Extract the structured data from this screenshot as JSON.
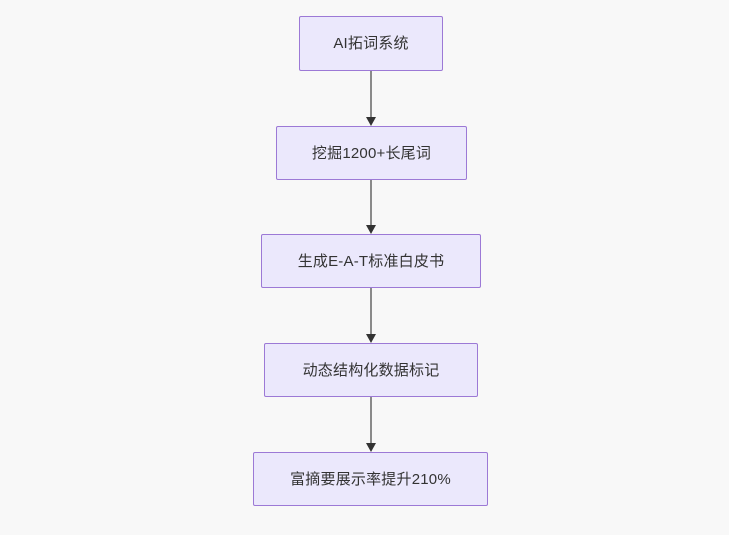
{
  "diagram": {
    "type": "flowchart",
    "direction": "top-to-bottom",
    "background_color": "#f8f8f8",
    "node_fill_color": "#ebe8fc",
    "node_border_color": "#9c79d6",
    "node_text_color": "#333333",
    "connector_line_color": "#8a8a8a",
    "connector_arrow_color": "#333333",
    "nodes": [
      {
        "id": "node-0",
        "label": "AI拓词系统"
      },
      {
        "id": "node-1",
        "label": "挖掘1200+长尾词"
      },
      {
        "id": "node-2",
        "label": "生成E-A-T标准白皮书"
      },
      {
        "id": "node-3",
        "label": "动态结构化数据标记"
      },
      {
        "id": "node-4",
        "label": "富摘要展示率提升210%"
      }
    ],
    "edges": [
      {
        "id": "connector-0",
        "from": "node-0",
        "to": "node-1",
        "label": ""
      },
      {
        "id": "connector-1",
        "from": "node-1",
        "to": "node-2",
        "label": ""
      },
      {
        "id": "connector-2",
        "from": "node-2",
        "to": "node-3",
        "label": ""
      },
      {
        "id": "connector-3",
        "from": "node-3",
        "to": "node-4",
        "label": ""
      }
    ]
  }
}
